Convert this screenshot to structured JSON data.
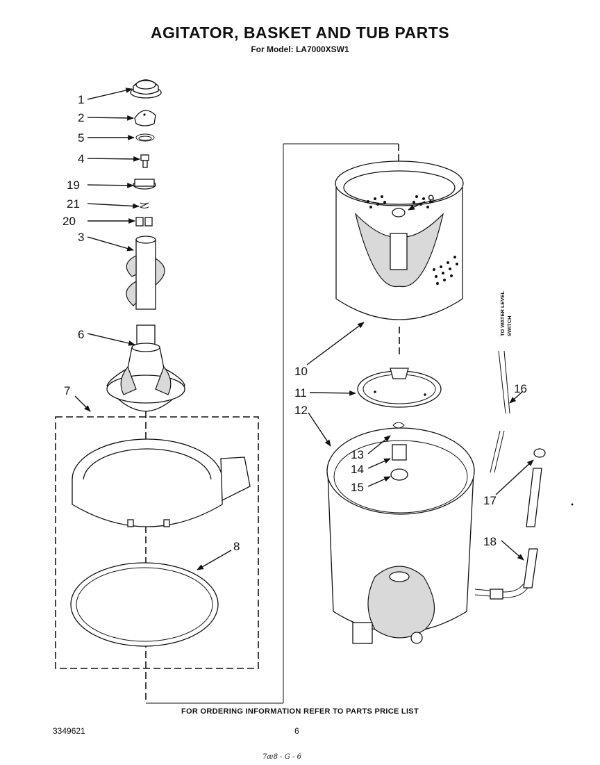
{
  "header": {
    "title": "AGITATOR, BASKET AND TUB PARTS",
    "subtitle": "For Model: LA7000XSW1"
  },
  "callouts": {
    "c1": "1",
    "c2": "2",
    "c5": "5",
    "c4": "4",
    "c19": "19",
    "c21": "21",
    "c20": "20",
    "c3": "3",
    "c6": "6",
    "c7": "7",
    "c8": "8",
    "c9": "9",
    "c10": "10",
    "c11": "11",
    "c12": "12",
    "c13": "13",
    "c14": "14",
    "c15": "15",
    "c16": "16",
    "c17": "17",
    "c18": "18"
  },
  "side_label": {
    "line1": "TO WATER LEVEL",
    "line2": "SWITCH"
  },
  "footer": {
    "ordering_note": "FOR ORDERING INFORMATION REFER TO PARTS PRICE LIST",
    "doc_number": "3349621",
    "page_number": "6",
    "handwritten": "7æ8 - G - 6"
  }
}
